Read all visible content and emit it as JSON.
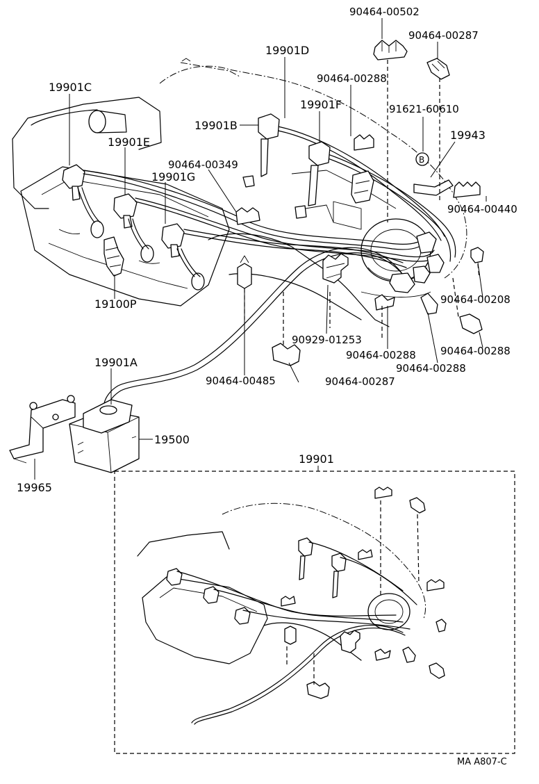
{
  "diagram": {
    "callouts": [
      {
        "key": "c_00502",
        "text": "90464-00502"
      },
      {
        "key": "c_00287a",
        "text": "90464-00287"
      },
      {
        "key": "c_19901D",
        "text": "19901D"
      },
      {
        "key": "c_00288a",
        "text": "90464-00288"
      },
      {
        "key": "c_19901C",
        "text": "19901C"
      },
      {
        "key": "c_19901F",
        "text": "19901F"
      },
      {
        "key": "c_60610",
        "text": "91621-60610"
      },
      {
        "key": "c_19901B",
        "text": "19901B"
      },
      {
        "key": "c_19943",
        "text": "19943"
      },
      {
        "key": "c_19901E",
        "text": "19901E"
      },
      {
        "key": "c_00349",
        "text": "90464-00349"
      },
      {
        "key": "c_19901G",
        "text": "19901G"
      },
      {
        "key": "c_00440",
        "text": "90464-00440"
      },
      {
        "key": "c_19100P",
        "text": "19100P"
      },
      {
        "key": "c_00208",
        "text": "90464-00208"
      },
      {
        "key": "c_01253",
        "text": "90929-01253"
      },
      {
        "key": "c_00288b",
        "text": "90464-00288"
      },
      {
        "key": "c_00288c",
        "text": "90464-00288"
      },
      {
        "key": "c_00288d",
        "text": "90464-00288"
      },
      {
        "key": "c_19901A",
        "text": "19901A"
      },
      {
        "key": "c_00485",
        "text": "90464-00485"
      },
      {
        "key": "c_00287b",
        "text": "90464-00287"
      },
      {
        "key": "c_19500",
        "text": "19500"
      },
      {
        "key": "c_19901",
        "text": "19901"
      },
      {
        "key": "c_19965",
        "text": "19965"
      }
    ],
    "marker_b": "B",
    "footer_code": "MA A807-C"
  }
}
